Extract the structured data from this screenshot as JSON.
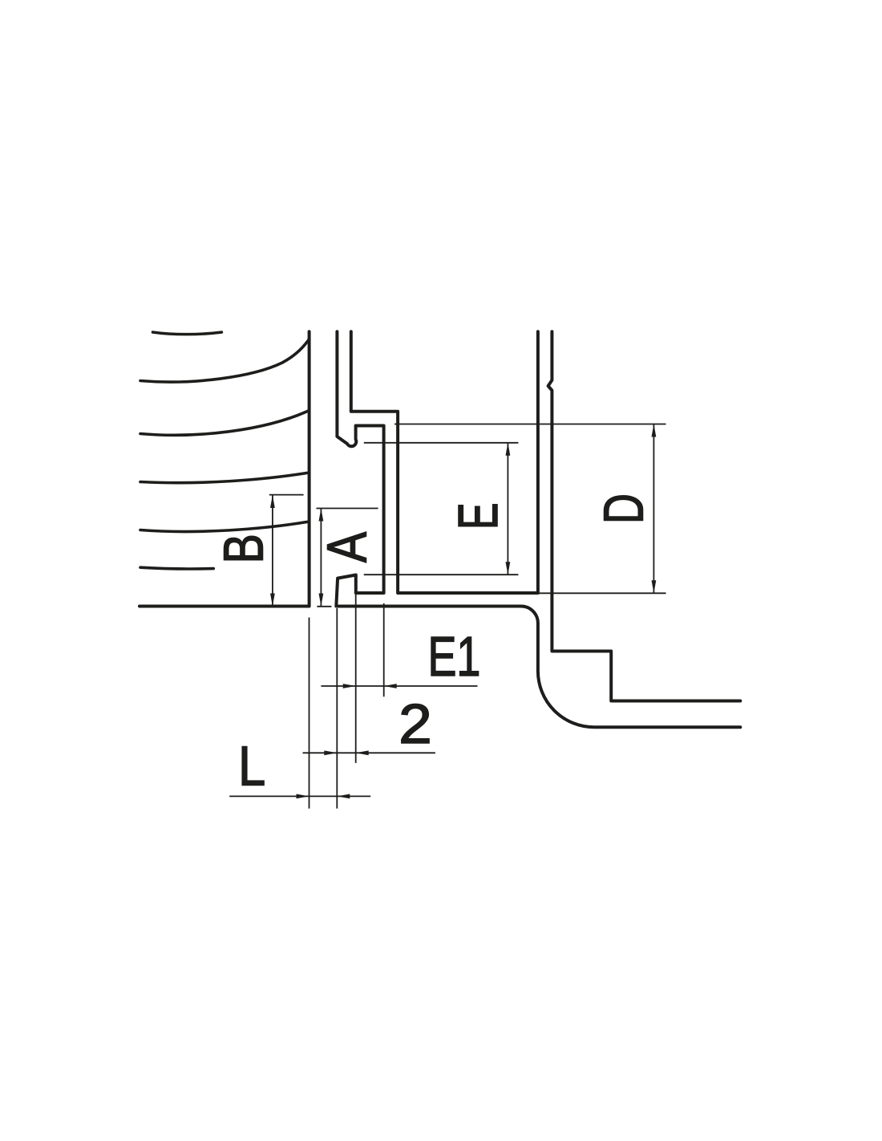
{
  "figure": {
    "type": "technical-section-drawing",
    "background_color": "#ffffff",
    "ink_color": "#1d1d1b",
    "dimension_labels": {
      "B": "B",
      "A": "A",
      "E": "E",
      "D": "D",
      "E1": "E1",
      "TWO": "2",
      "L": "L"
    }
  }
}
